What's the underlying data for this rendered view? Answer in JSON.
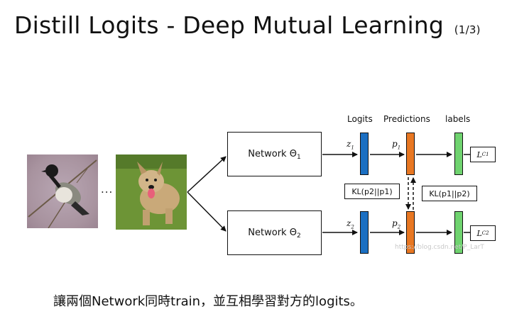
{
  "title": {
    "main": "Distill Logits - Deep Mutual Learning",
    "page": "(1/3)"
  },
  "images": {
    "ellipsis": "..."
  },
  "columns": {
    "logits": "Logits",
    "predictions": "Predictions",
    "labels": "labels"
  },
  "networks": [
    {
      "label": "Network Θ",
      "subscript": "1",
      "z_var": "z",
      "z_sub": "1",
      "p_var": "p",
      "p_sub": "1",
      "loss": "L",
      "loss_sub": "C1"
    },
    {
      "label": "Network Θ",
      "subscript": "2",
      "z_var": "z",
      "z_sub": "2",
      "p_var": "p",
      "p_sub": "2",
      "loss": "L",
      "loss_sub": "C2"
    }
  ],
  "kl": {
    "left": "KL(p2||p1)",
    "right": "KL(p1||p2)"
  },
  "watermark": "https://blog.csdn.net/P_LarT",
  "caption": "讓兩個Network同時train，並互相學習對方的logits。",
  "colors": {
    "logits": "#1b6fc2",
    "predictions": "#e87722",
    "labels": "#6fd36f"
  }
}
